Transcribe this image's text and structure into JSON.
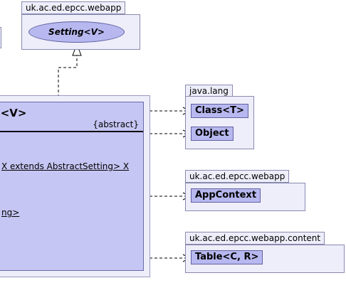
{
  "packages": {
    "setting_pkg": {
      "name": "uk.ac.ed.epcc.webapp"
    },
    "java_lang": {
      "name": "java.lang"
    },
    "webapp_pkg": {
      "name": "uk.ac.ed.epcc.webapp"
    },
    "content_pkg": {
      "name": "uk.ac.ed.epcc.webapp.content"
    }
  },
  "classes": {
    "setting": "Setting<V>",
    "class_t": "Class<T>",
    "object": "Object",
    "app_context": "AppContext",
    "table": "Table<C, R>"
  },
  "main_class": {
    "title": "g<V>",
    "stereotype": "{abstract}",
    "member_1": "X extends AbstractSetting> X",
    "member_2": "ng>"
  },
  "colors": {
    "package_fill": "#eeeefa",
    "class_fill": "#b8b8f0",
    "border": "#6060a0"
  }
}
